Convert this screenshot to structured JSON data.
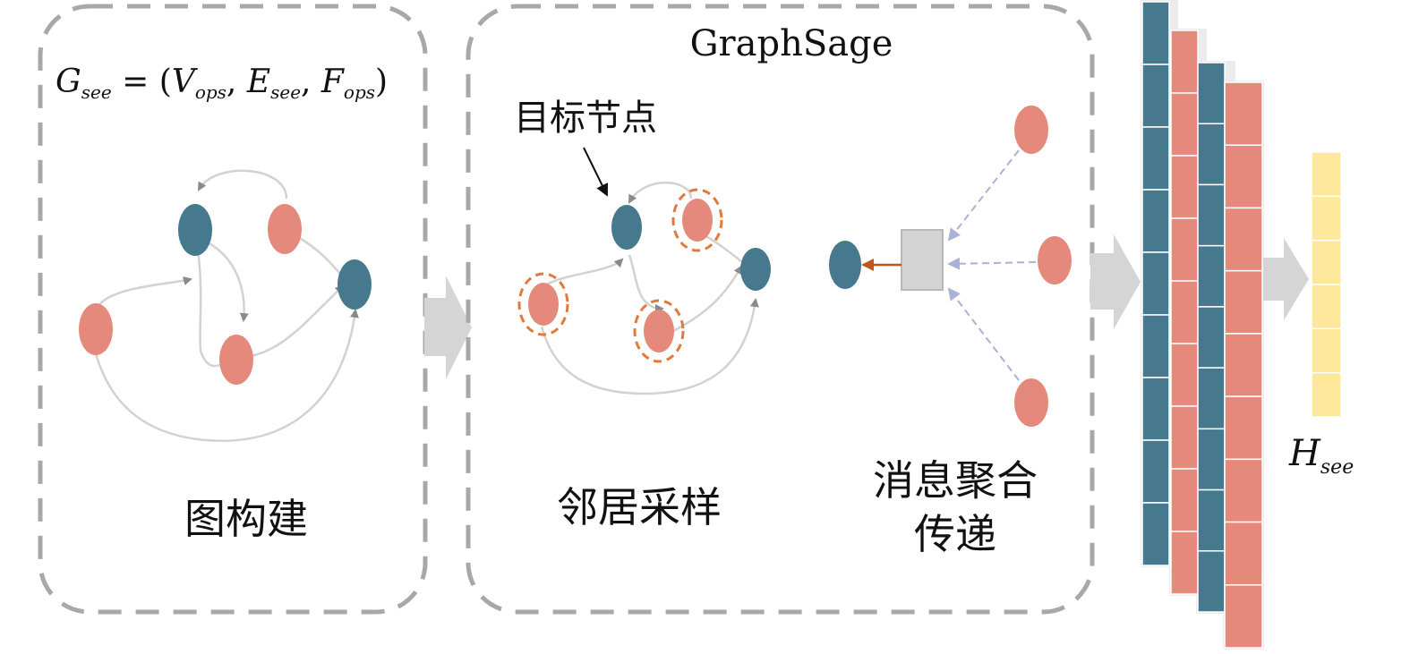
{
  "formula": {
    "G": "G",
    "G_sub": "see",
    "eq": " = (",
    "V": "V",
    "V_sub": "ops",
    "comma1": ", ",
    "E": "E",
    "E_sub": "see",
    "comma2": ", ",
    "F": "F",
    "F_sub": "ops",
    "close": ")"
  },
  "labels": {
    "graph_construction": "图构建",
    "graphsage_title": "GraphSage",
    "target_node": "目标节点",
    "neighbor_sampling": "邻居采样",
    "message_line1": "消息聚合",
    "message_line2": "传递"
  },
  "output": {
    "H": "H",
    "H_sub": "see"
  },
  "colors": {
    "teal": "#46788e",
    "salmon": "#e4897b",
    "yellow": "#fde79a",
    "gray_box": "#d4d4d4",
    "dash": "#a8a8a8",
    "sample_ring": "#e07b3c",
    "dash_arrow": "#9aa6cc",
    "aggregate_arrow": "#c0561a"
  }
}
